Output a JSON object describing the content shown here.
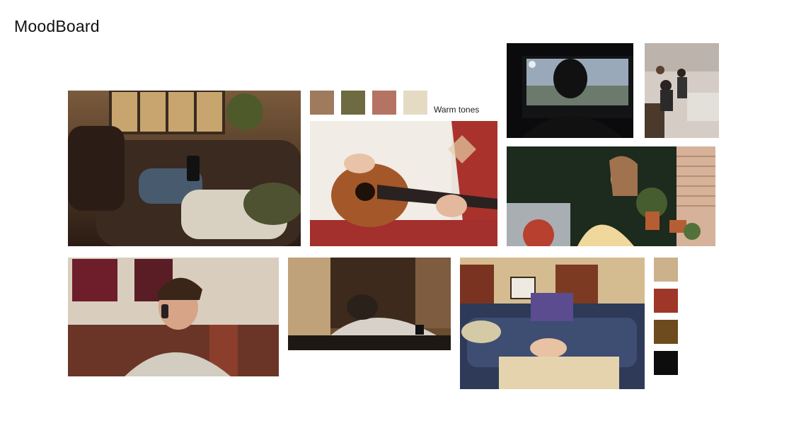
{
  "app": {
    "title": "MoodBoard"
  },
  "palette_top": {
    "label": "Warm tones",
    "colors": [
      "#a07a5c",
      "#6e6a41",
      "#b57363",
      "#e5dbc5"
    ]
  },
  "palette_side": {
    "colors": [
      "#cbb18c",
      "#9f3728",
      "#6e4a1f",
      "#0d0d0d"
    ]
  },
  "photos": [
    {
      "name": "man-on-leather-couch-with-phone"
    },
    {
      "name": "woman-playing-ukulele"
    },
    {
      "name": "person-watching-screen-silhouette"
    },
    {
      "name": "film-crew-in-bedroom"
    },
    {
      "name": "woman-gazing-out-window"
    },
    {
      "name": "man-on-phone-worried"
    },
    {
      "name": "man-head-down-on-table"
    },
    {
      "name": "person-feet-up-laptop-on-sofa"
    }
  ]
}
